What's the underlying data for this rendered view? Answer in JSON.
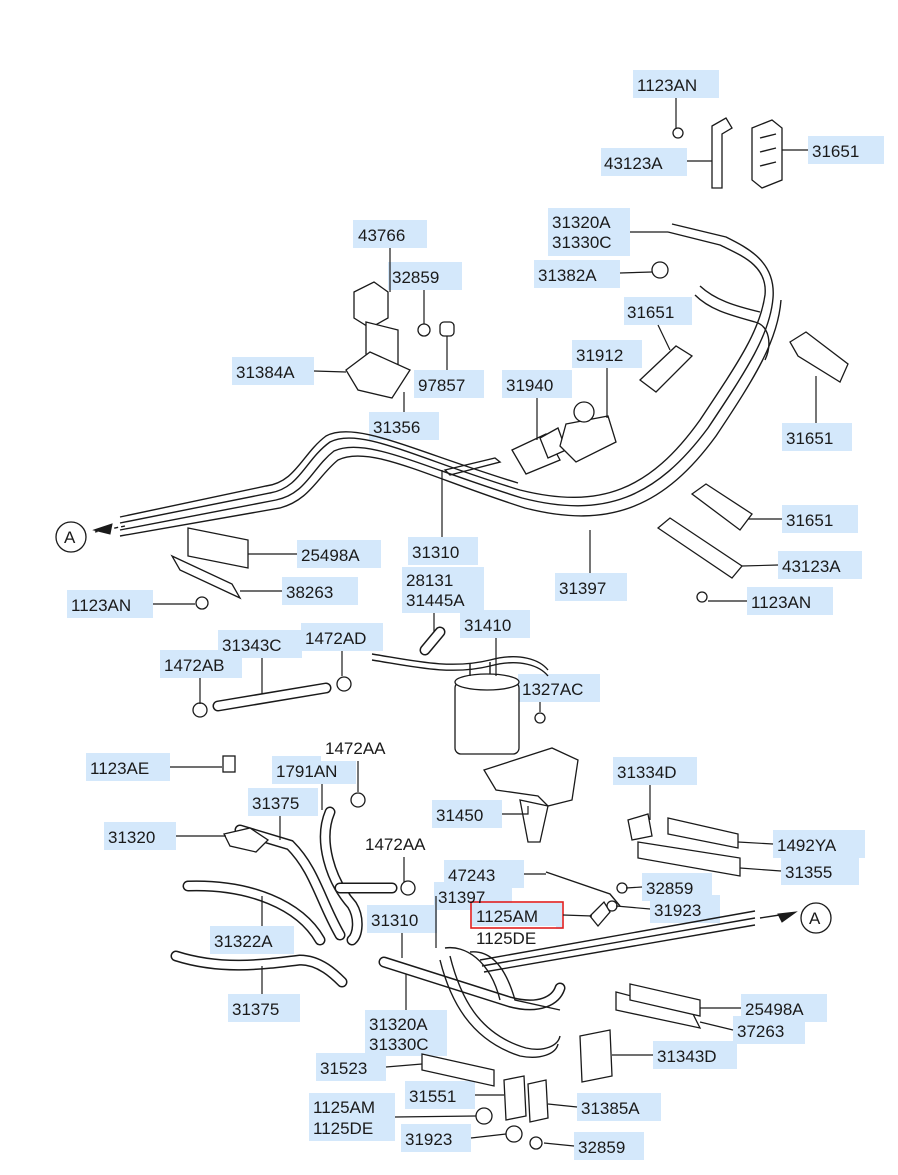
{
  "diagram": {
    "callouts": [
      "A",
      "A"
    ],
    "highlighted_label": "1125AM",
    "labels": [
      "1123AN",
      "43123A",
      "31651",
      "43766",
      "32859",
      "31320A",
      "31330C",
      "31382A",
      "31651",
      "31384A",
      "97857",
      "31356",
      "31912",
      "31940",
      "31651",
      "31310",
      "31397",
      "25498A",
      "38263",
      "1123AN",
      "31651",
      "43123A",
      "1123AN",
      "28131",
      "31445A",
      "31410",
      "31343C",
      "1472AD",
      "1472AB",
      "1327AC",
      "1123AE",
      "1791AN",
      "1472AA",
      "31375",
      "31450",
      "31320",
      "31334D",
      "1492YA",
      "31355",
      "1472AA",
      "47243",
      "31397",
      "32859",
      "31923",
      "31310",
      "1125AM",
      "1125DE",
      "31322A",
      "31375",
      "31320A",
      "31330C",
      "25498A",
      "37263",
      "31523",
      "31343D",
      "31551",
      "31385A",
      "1125AM",
      "1125DE",
      "31923",
      "32859"
    ]
  }
}
